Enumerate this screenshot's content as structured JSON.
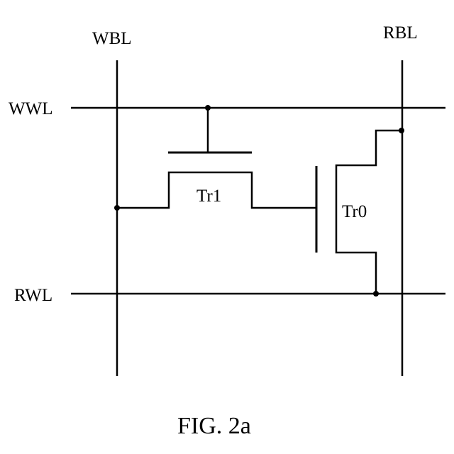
{
  "labels": {
    "wbl": "WBL",
    "rbl": "RBL",
    "wwl": "WWL",
    "rwl": "RWL",
    "tr1": "Tr1",
    "tr0": "Tr0"
  },
  "caption": "FIG. 2a"
}
